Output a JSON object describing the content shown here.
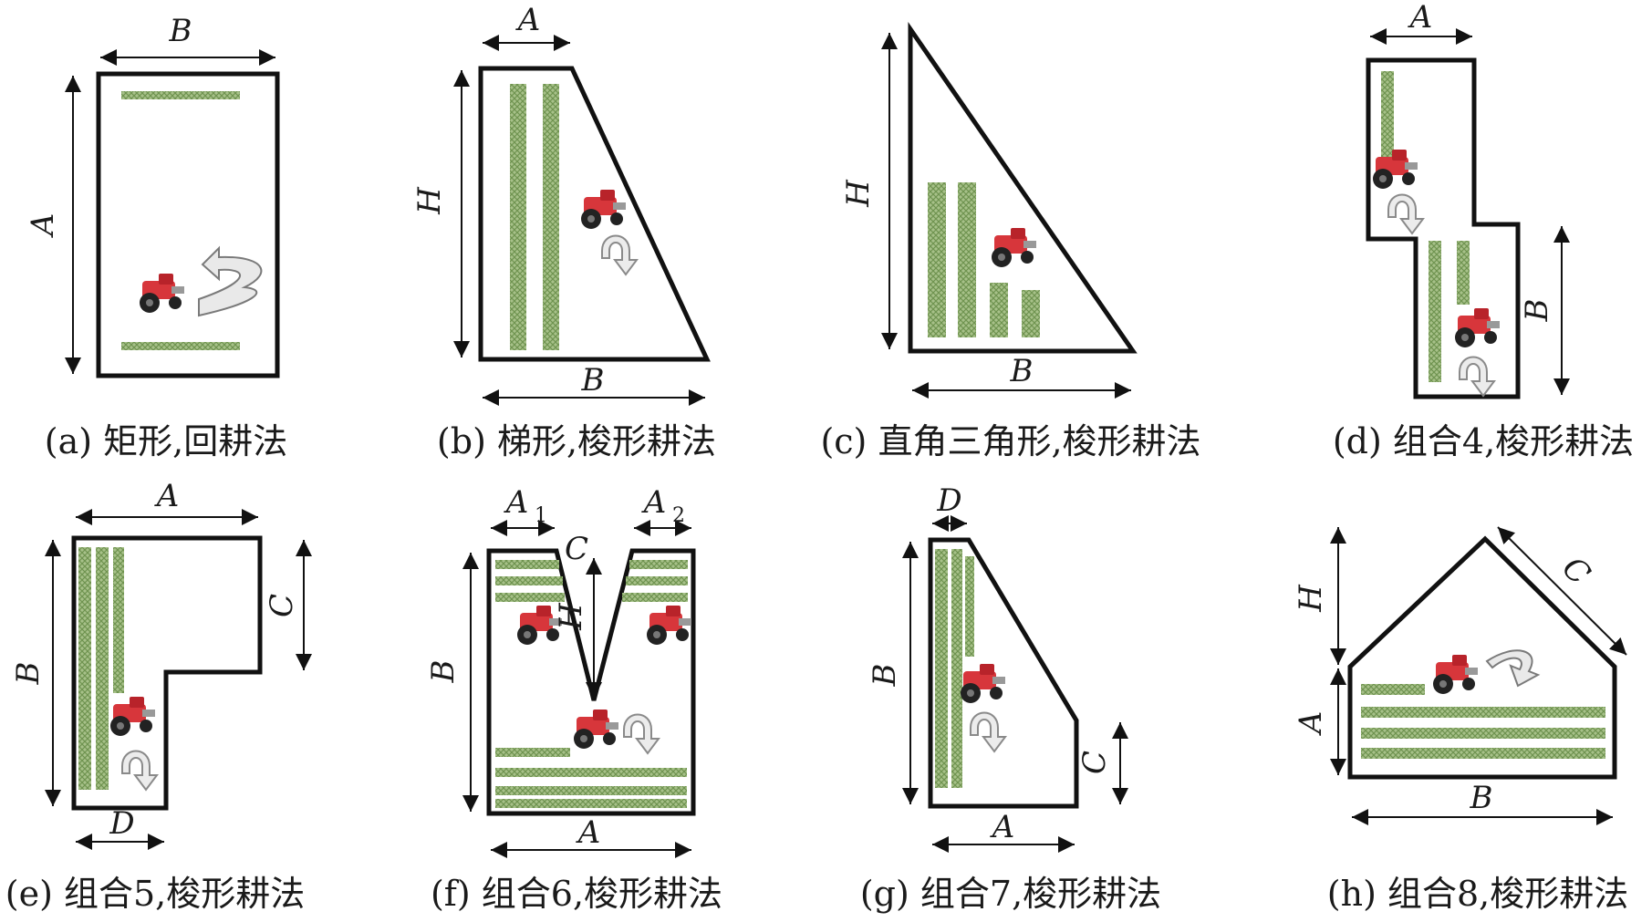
{
  "colors": {
    "outline": "#111111",
    "crop": "#8fae6d",
    "tractor": "#d7363b",
    "turn_arrow": "#8a8a8a"
  },
  "icons": [
    "tractor-icon",
    "turn-arrow-icon"
  ],
  "panels": [
    {
      "id": "a",
      "caption": "(a) 矩形,回耕法",
      "dims": [
        "B",
        "A"
      ]
    },
    {
      "id": "b",
      "caption": "(b) 梯形,梭形耕法",
      "dims": [
        "A",
        "H",
        "B"
      ]
    },
    {
      "id": "c",
      "caption": "(c) 直角三角形,梭形耕法",
      "dims": [
        "H",
        "B"
      ]
    },
    {
      "id": "d",
      "caption": "(d) 组合4,梭形耕法",
      "dims": [
        "A",
        "B"
      ]
    },
    {
      "id": "e",
      "caption": "(e) 组合5,梭形耕法",
      "dims": [
        "A",
        "B",
        "C",
        "D"
      ]
    },
    {
      "id": "f",
      "caption": "(f) 组合6,梭形耕法",
      "dims": [
        "A",
        "1",
        "A",
        "2",
        "C",
        "H",
        "B",
        "A"
      ]
    },
    {
      "id": "g",
      "caption": "(g) 组合7,梭形耕法",
      "dims": [
        "D",
        "B",
        "C",
        "A"
      ]
    },
    {
      "id": "h",
      "caption": "(h) 组合8,梭形耕法",
      "dims": [
        "H",
        "C",
        "A",
        "B"
      ]
    }
  ]
}
